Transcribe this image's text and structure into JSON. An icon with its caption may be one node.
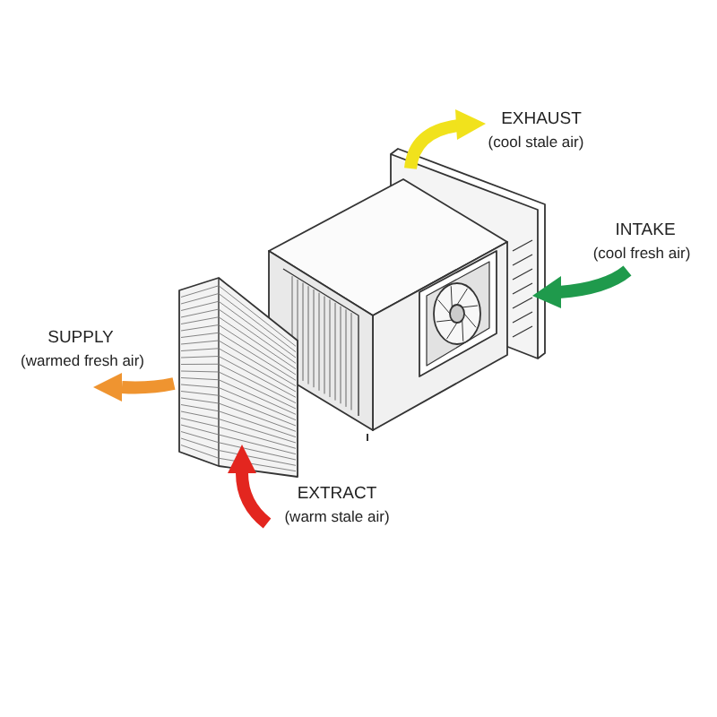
{
  "diagram": {
    "labels": [
      "EXHAUST",
      "(cool stale air)",
      "INTAKE",
      "(cool fresh air)",
      "SUPPLY",
      "(warmed fresh air)",
      "EXTRACT",
      "(warm stale air)"
    ]
  }
}
